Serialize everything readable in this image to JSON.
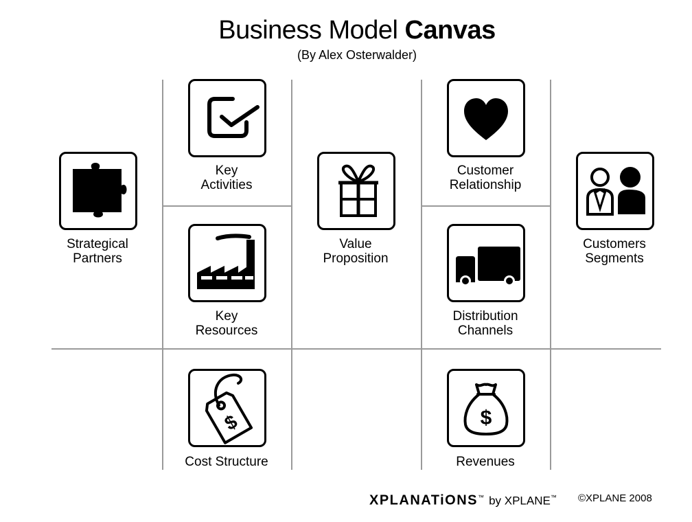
{
  "title": {
    "regular": "Business Model",
    "bold": "Canvas"
  },
  "subtitle": "(By Alex Osterwalder)",
  "blocks": {
    "strategical_partners": {
      "line1": "Strategical",
      "line2": "Partners",
      "icon": "puzzle-piece-icon"
    },
    "key_activities": {
      "line1": "Key",
      "line2": "Activities",
      "icon": "checkbox-check-icon"
    },
    "key_resources": {
      "line1": "Key",
      "line2": "Resources",
      "icon": "factory-icon"
    },
    "value_proposition": {
      "line1": "Value",
      "line2": "Proposition",
      "icon": "gift-icon"
    },
    "customer_relationship": {
      "line1": "Customer",
      "line2": "Relationship",
      "icon": "heart-icon"
    },
    "distribution_channels": {
      "line1": "Distribution",
      "line2": "Channels",
      "icon": "truck-icon"
    },
    "customers_segments": {
      "line1": "Customers",
      "line2": "Segments",
      "icon": "people-icon"
    },
    "cost_structure": {
      "line1": "Cost Structure",
      "icon": "price-tag-icon"
    },
    "revenues": {
      "line1": "Revenues",
      "icon": "money-bag-icon"
    }
  },
  "footer": {
    "brand_pre": "XPLANAT",
    "brand_i": "i",
    "brand_post": "ONS",
    "tm": "™",
    "by": "by XPLANE",
    "copyright": "©XPLANE 2008"
  }
}
